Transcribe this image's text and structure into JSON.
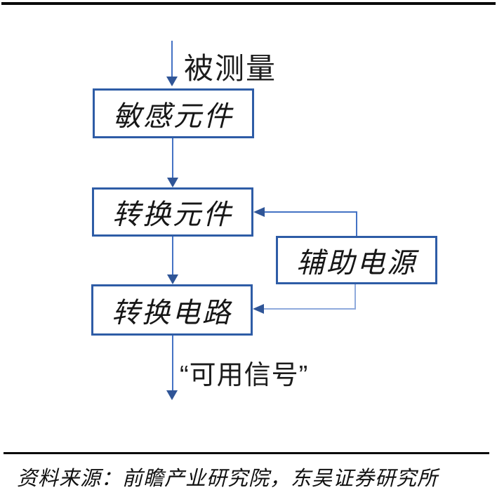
{
  "diagram": {
    "measurand_label": "被测量",
    "output_label": "“可用信号”",
    "boxes": [
      {
        "id": "sensitive-element",
        "label": "敏感元件"
      },
      {
        "id": "transducer-element",
        "label": "转换元件"
      },
      {
        "id": "conversion-circuit",
        "label": "转换电路"
      },
      {
        "id": "auxiliary-power",
        "label": "辅助电源"
      }
    ],
    "colors": {
      "box_border": "#2e5ca6",
      "flow_line": "#4472c4",
      "aux_line_light": "#8faadc",
      "arrowhead": "#2f5597",
      "rule": "#0a0a0a"
    }
  },
  "footer": {
    "source": "资料来源：前瞻产业研究院，东吴证券研究所"
  }
}
